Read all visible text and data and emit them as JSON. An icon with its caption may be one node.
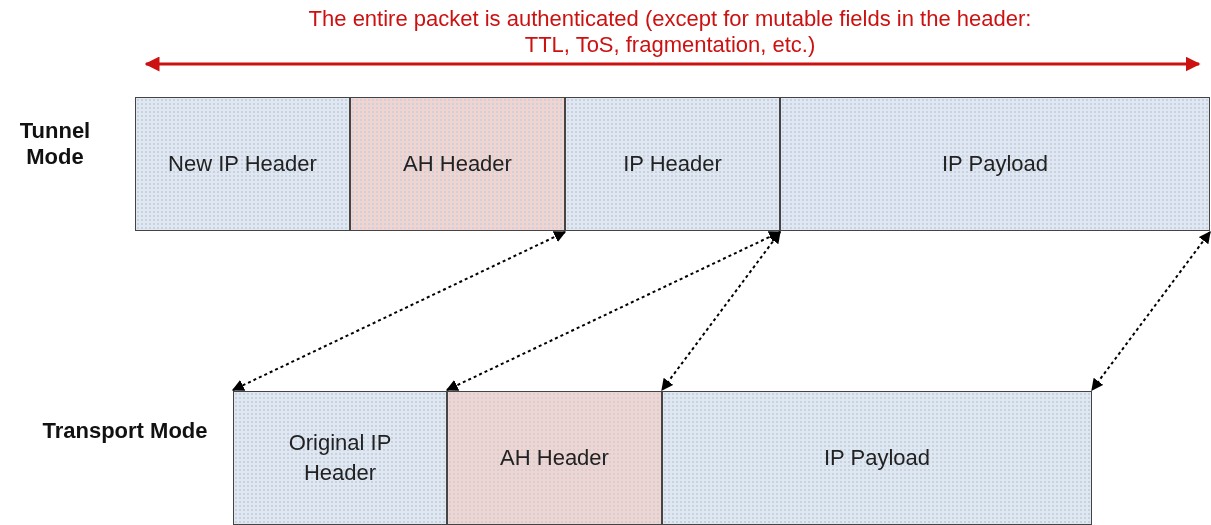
{
  "diagram": {
    "nodes": [
      {
        "text": [
          "New IP Header"
        ]
      },
      {
        "text": [
          "AH Header"
        ]
      },
      {
        "text": [
          "IP Header"
        ]
      },
      {
        "text": [
          "IP Payload"
        ]
      },
      {
        "text": [
          "Original IP Header"
        ]
      },
      {
        "text": [
          "AH Header"
        ]
      },
      {
        "text": [
          "IP Payload"
        ]
      }
    ],
    "edges": [
      {
        "from": 1,
        "to": 4,
        "arrow": "both",
        "style": "dashed"
      },
      {
        "from": 2,
        "to": 5,
        "arrow": "both",
        "style": "dashed"
      },
      {
        "from": 2,
        "to": 6,
        "arrow": "both",
        "style": "dashed"
      },
      {
        "from": 3,
        "to": 6,
        "arrow": "both",
        "style": "dashed"
      }
    ],
    "labels": [
      "The entire packet is authenticated (except for mutable fields in the header: TTL, ToS, fragmentation, etc.)",
      "Tunnel Mode",
      "Transport Mode"
    ]
  }
}
